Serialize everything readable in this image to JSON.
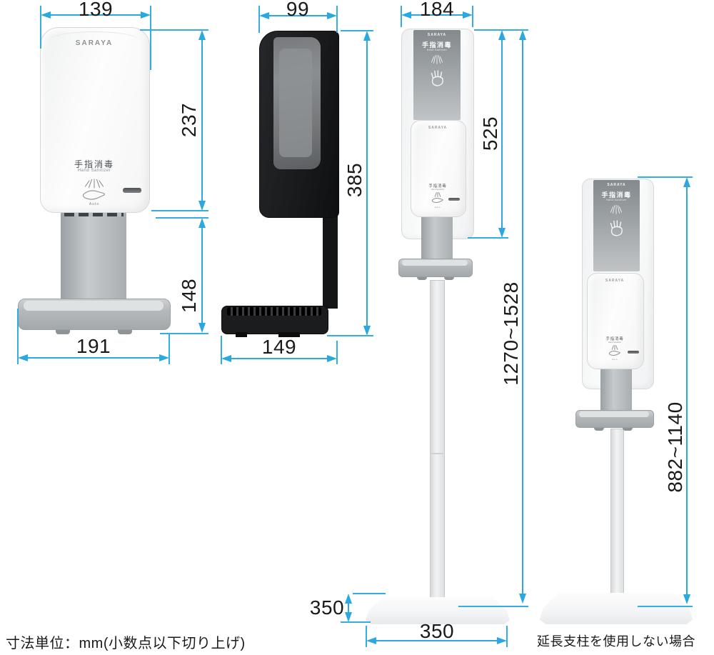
{
  "product": {
    "brand": "SARAYA",
    "label_jp": "手指消毒",
    "label_en": "Hand Sanitizer",
    "mode_label": "Auto"
  },
  "dims": {
    "front_top_width": "139",
    "front_height": "237",
    "front_stand_height": "148",
    "front_base_width": "191",
    "side_top_depth": "99",
    "side_height": "385",
    "side_base_depth": "149",
    "stand_width": "184",
    "stand_sign_height": "525",
    "stand_total_height": "1270~1528",
    "stand_base_depth": "350",
    "stand_base_width": "350",
    "short_total_height": "882~1140"
  },
  "notes": {
    "unit": "寸法単位：mm(小数点以下切り上げ)",
    "no_extension": "延長支柱を使用しない場合"
  },
  "colors": {
    "dimension_line": "#29a9e0",
    "label_text": "#1a1a1a"
  }
}
